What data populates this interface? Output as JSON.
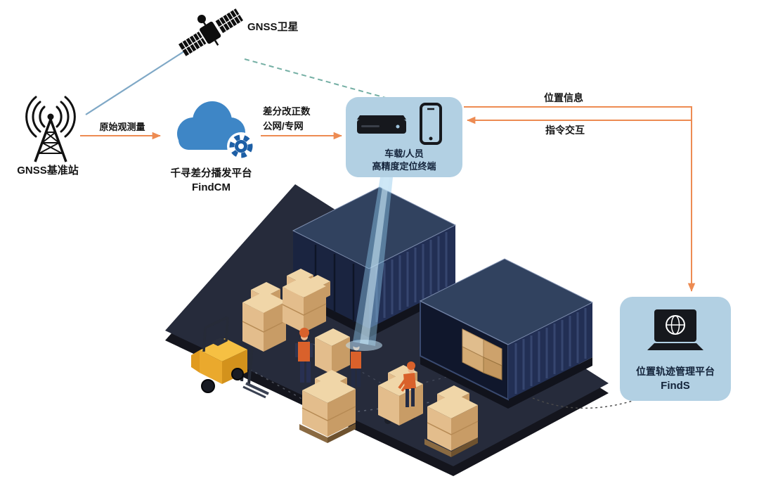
{
  "nodes": {
    "satellite": "GNSS卫星",
    "base_station": "GNSS基准站",
    "cloud_line1": "千寻差分播发平台",
    "cloud_line2": "FindCM",
    "terminal_line1": "车载/人员",
    "terminal_line2": "高精度定位终端",
    "platform_line1": "位置轨迹管理平台",
    "platform_line2": "FindS"
  },
  "flows": {
    "raw_observation": "原始观测量",
    "correction_line1": "差分改正数",
    "correction_line2": "公网/专网",
    "position_info": "位置信息",
    "command_interaction": "指令交互"
  },
  "colors": {
    "arrow_orange": "#ED8B52",
    "bubble_blue": "#B2D0E3",
    "cloud_blue": "#3E86C6",
    "gear_blue": "#1D5FA6",
    "satellite_link_blue": "#7FA8C6",
    "satellite_link_teal": "#74AFA4",
    "beam_blue": "#8FC8EC",
    "floor_navy": "#262B3B",
    "container_navy": "#222F54",
    "box_tan": "#E3BD8C",
    "forklift_yellow": "#F6C043",
    "vest_orange": "#D9612B"
  }
}
